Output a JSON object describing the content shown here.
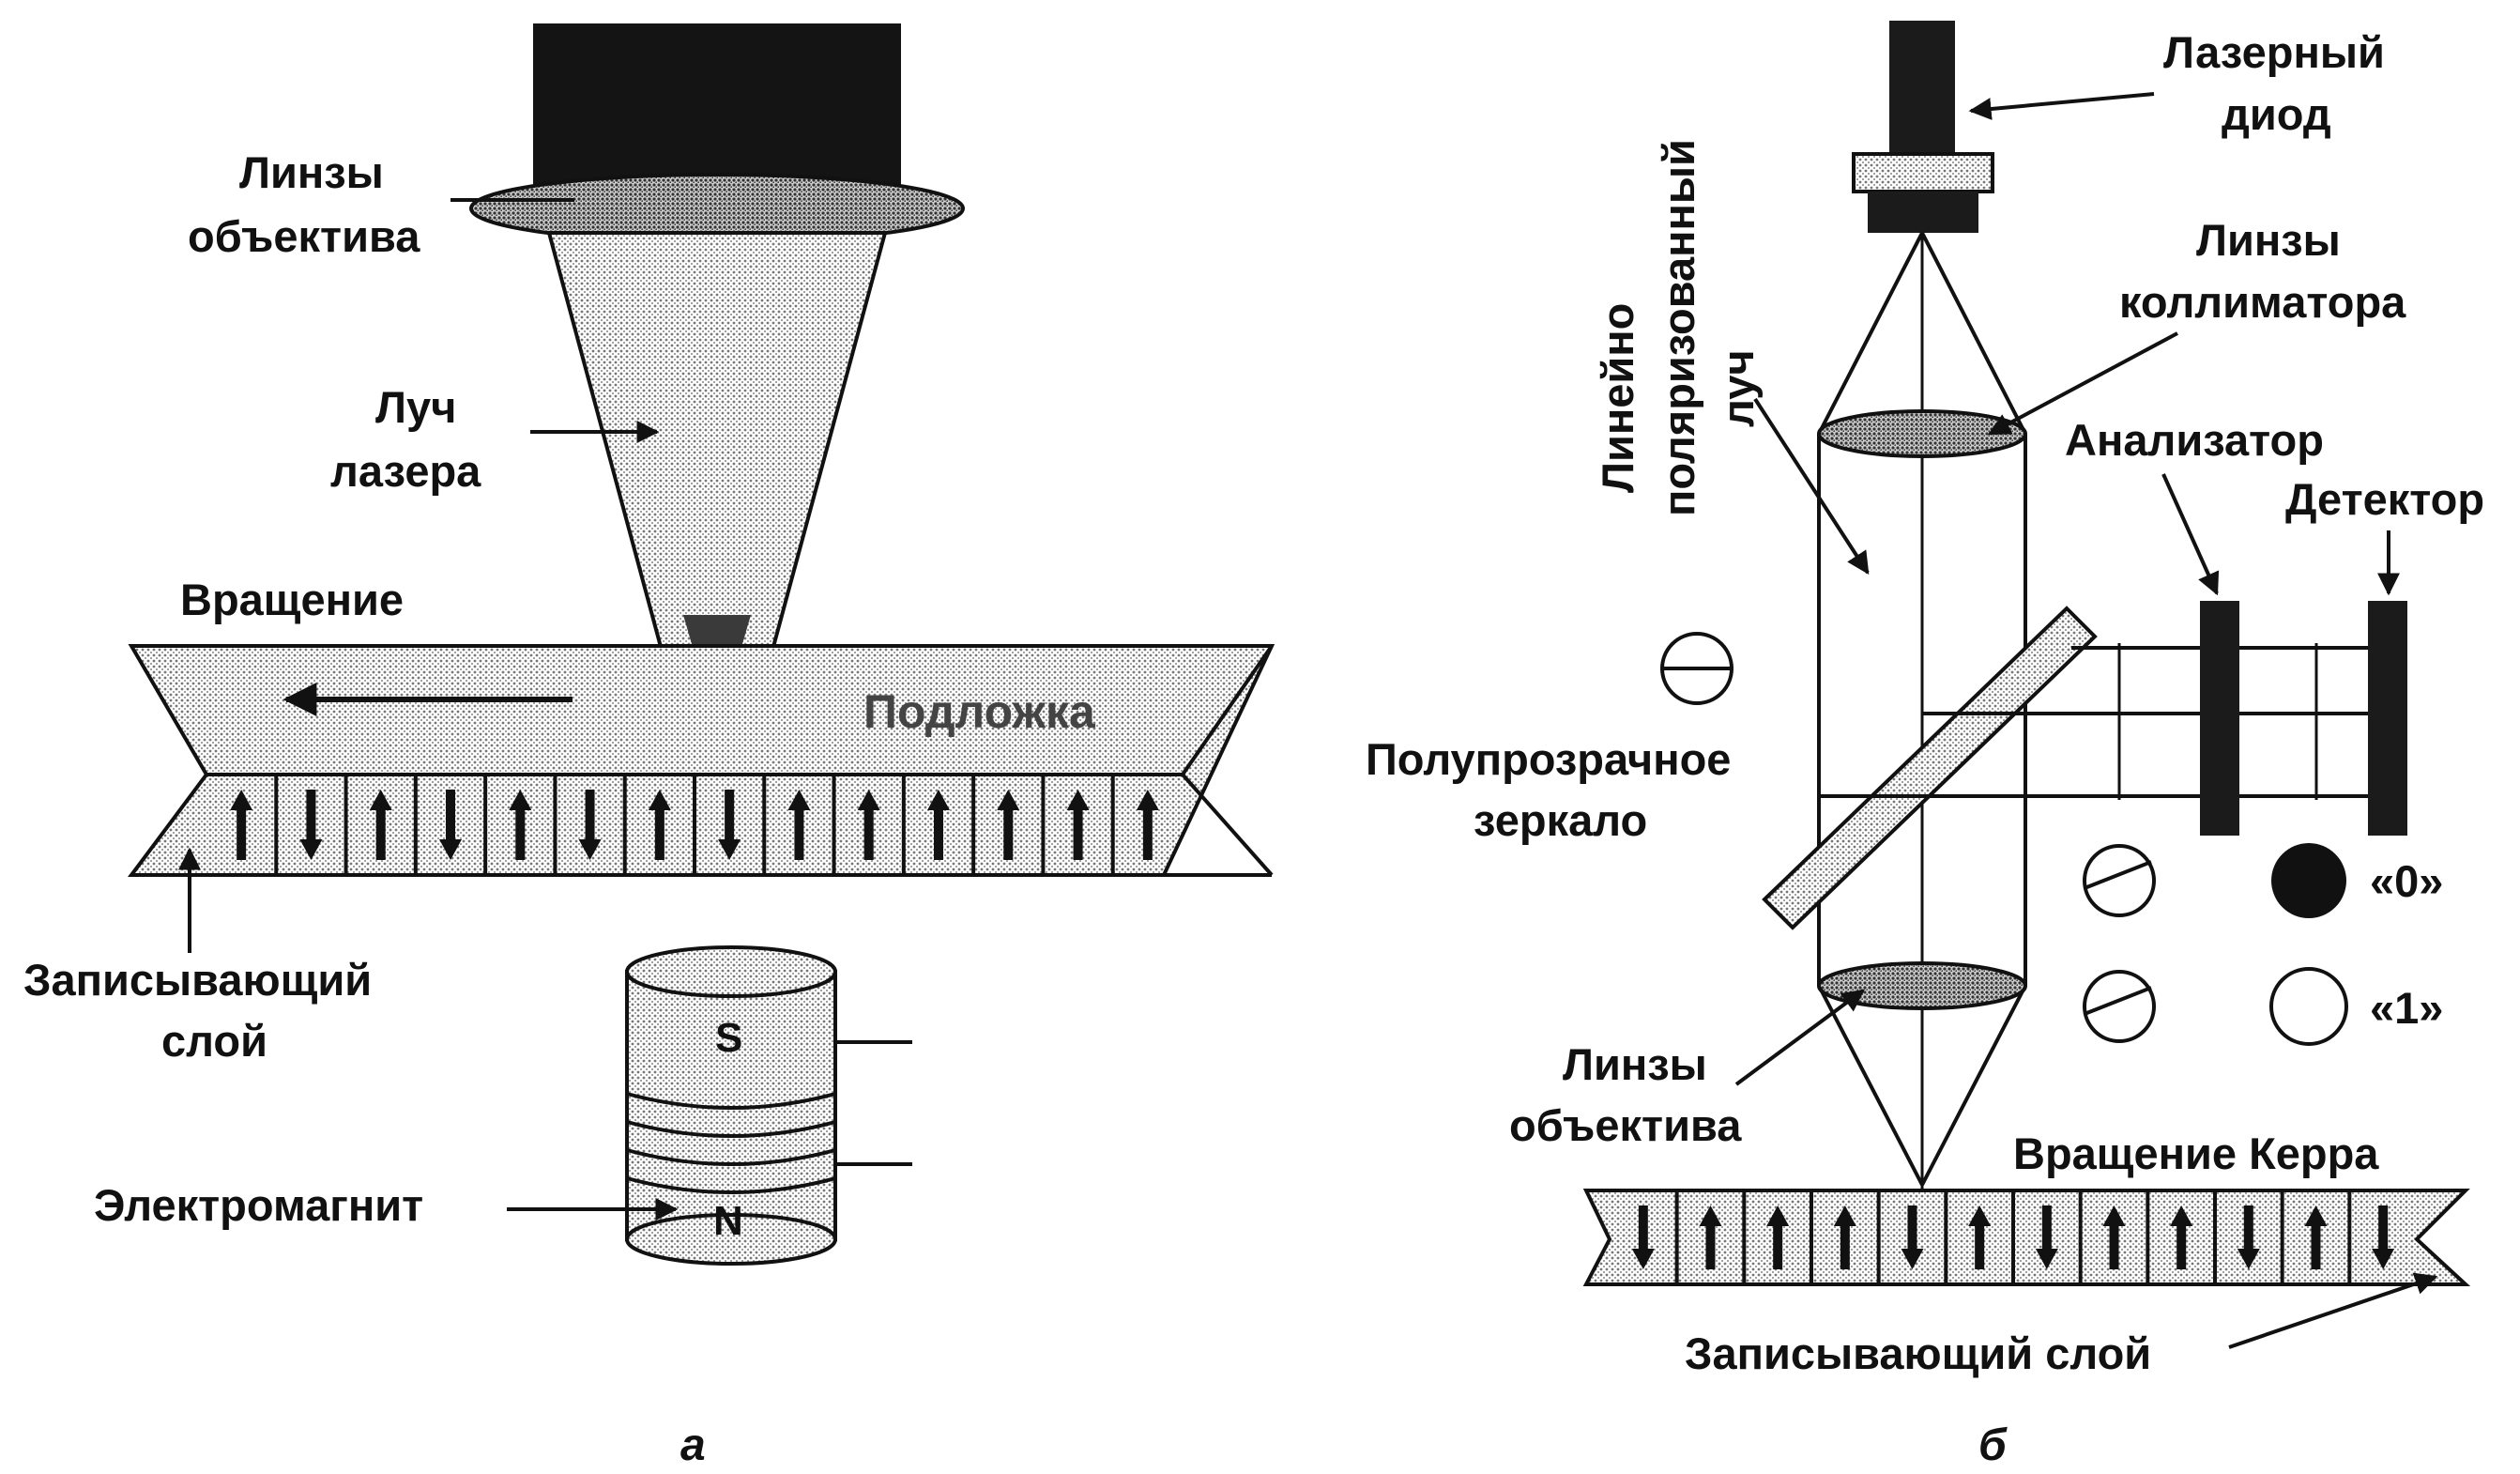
{
  "panel_a": {
    "caption": "а",
    "objective_lens": [
      "Линзы",
      "объектива"
    ],
    "laser_beam": [
      "Луч",
      "лазера"
    ],
    "rotation": "Вращение",
    "substrate": "Подложка",
    "recording_layer": [
      "Записывающий",
      "слой"
    ],
    "electromagnet": "Электромагнит",
    "pole_south": "S",
    "pole_north": "N",
    "domains": [
      "up",
      "down",
      "up",
      "down",
      "up",
      "down",
      "up",
      "down",
      "up",
      "up",
      "up",
      "up",
      "up",
      "up"
    ]
  },
  "panel_b": {
    "caption": "б",
    "laser_diode": [
      "Лазерный",
      "диод"
    ],
    "collimator_lens": [
      "Линзы",
      "коллиматора"
    ],
    "polarized_beam": [
      "Линейно",
      "поляризованный",
      "луч"
    ],
    "analyzer": "Анализатор",
    "detector": "Детектор",
    "half_mirror": [
      "Полупрозрачное",
      "зеркало"
    ],
    "objective_lens": [
      "Линзы",
      "объектива"
    ],
    "kerr_rotation": "Вращение Керра",
    "recording_layer": "Записывающий слой",
    "state_zero": "«0»",
    "state_one": "«1»",
    "domains": [
      "down",
      "up",
      "up",
      "up",
      "down",
      "up",
      "down",
      "up",
      "up",
      "down",
      "up",
      "down"
    ]
  },
  "colors": {
    "ink": "#111111",
    "dots": "#9a9a9a",
    "dark_dots": "#555555"
  }
}
